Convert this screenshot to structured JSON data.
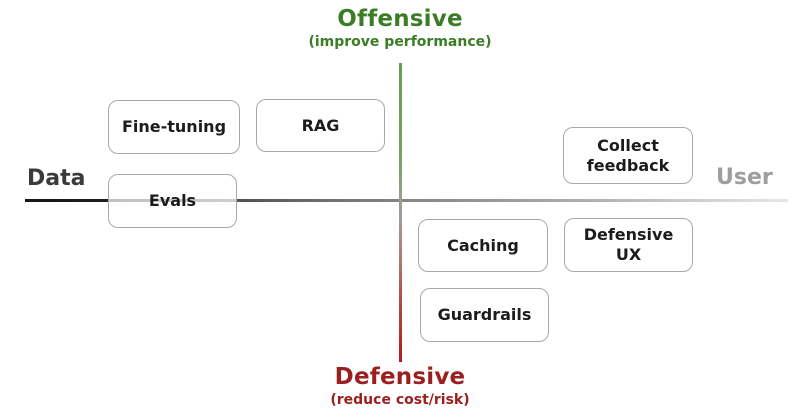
{
  "diagram": {
    "vertical_axis": {
      "top_label": "Offensive",
      "top_sublabel": "(improve performance)",
      "bottom_label": "Defensive",
      "bottom_sublabel": "(reduce cost/risk)"
    },
    "horizontal_axis": {
      "left_label": "Data",
      "right_label": "User"
    },
    "boxes": [
      {
        "label": "Fine-tuning"
      },
      {
        "label": "RAG"
      },
      {
        "label": "Evals"
      },
      {
        "label": "Collect feedback"
      },
      {
        "label": "Caching"
      },
      {
        "label": "Defensive UX"
      },
      {
        "label": "Guardrails"
      }
    ],
    "colors": {
      "offensive_green": "#3b7d26",
      "defensive_red": "#9b1f1f",
      "data_label": "#3a3a3a",
      "user_label": "#9e9e9e",
      "box_border": "#a8a8a8",
      "box_text": "#1c1c1c"
    }
  }
}
